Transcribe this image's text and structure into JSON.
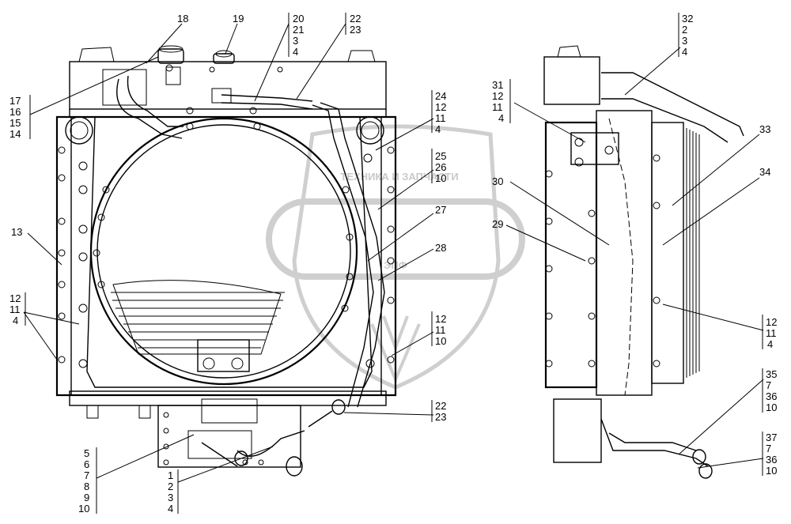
{
  "watermark": {
    "top_text": "ТЕХНИКА И ЗАПЧАСТИ",
    "big_text": "ЭПФ"
  },
  "callouts": {
    "c18": [
      "18"
    ],
    "c19": [
      "19"
    ],
    "c20": [
      "20",
      "21",
      "3",
      "4"
    ],
    "c22top": [
      "22",
      "23"
    ],
    "c17": [
      "17",
      "16",
      "15",
      "14"
    ],
    "c13": [
      "13"
    ],
    "c12left": [
      "12",
      "11",
      "4"
    ],
    "c24": [
      "24",
      "12",
      "11",
      "4"
    ],
    "c25": [
      "25",
      "26",
      "10"
    ],
    "c27": [
      "27"
    ],
    "c28": [
      "28"
    ],
    "c12mid": [
      "12",
      "11",
      "10"
    ],
    "c22bot": [
      "22",
      "23"
    ],
    "c5": [
      "5",
      "6",
      "7",
      "8",
      "9",
      "10"
    ],
    "c1": [
      "1",
      "2",
      "3",
      "4"
    ],
    "c32": [
      "32",
      "2",
      "3",
      "4"
    ],
    "c31": [
      "31",
      "12",
      "11",
      "4"
    ],
    "c30": [
      "30"
    ],
    "c29": [
      "29"
    ],
    "c33": [
      "33"
    ],
    "c34": [
      "34"
    ],
    "c12right": [
      "12",
      "11",
      "4"
    ],
    "c35": [
      "35",
      "7",
      "36",
      "10"
    ],
    "c37": [
      "37",
      "7",
      "36",
      "10"
    ]
  }
}
